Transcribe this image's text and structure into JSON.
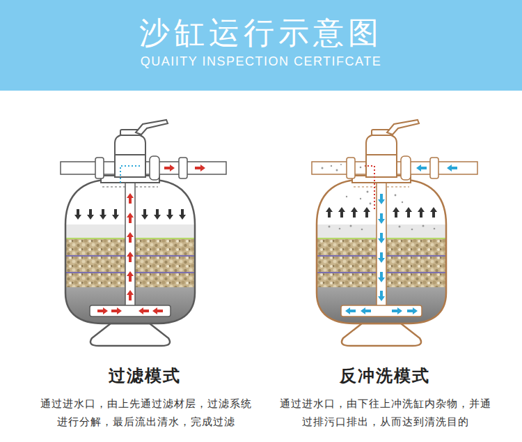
{
  "diagram": {
    "title": "沙缸运行示意图",
    "labels": [
      "QUAIITY INSPECTION CERTIFCATE",
      "过滤模式",
      "通过进水口，由上先通过滤材层，过滤系统 进行分解，最后流出清水，完成过滤",
      "反冲洗模式",
      "通过进水口，由下往上冲洗缸内杂物，并通 过排污口排出，从而达到清洗目的"
    ]
  }
}
